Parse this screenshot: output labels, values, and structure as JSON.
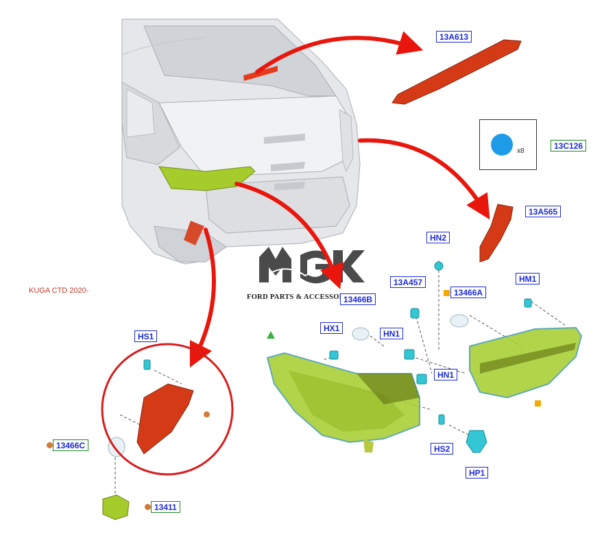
{
  "caption": "KUGA CTD 2020-",
  "watermark": {
    "logo": "MGK",
    "text": "FORD PARTS & ACCESSORIES"
  },
  "inset": {
    "quantity": "x8"
  },
  "callouts": [
    {
      "id": "13A613",
      "style": "blue"
    },
    {
      "id": "13C126",
      "style": "green"
    },
    {
      "id": "13A565",
      "style": "blue"
    },
    {
      "id": "HN2",
      "style": "blue"
    },
    {
      "id": "13A457",
      "style": "blue"
    },
    {
      "id": "13466A",
      "style": "blue"
    },
    {
      "id": "HM1",
      "style": "blue"
    },
    {
      "id": "13466B",
      "style": "blue"
    },
    {
      "id": "HX1",
      "style": "blue"
    },
    {
      "id": "HN1",
      "style": "blue"
    },
    {
      "id": "HN1",
      "style": "blue"
    },
    {
      "id": "HS1",
      "style": "blue"
    },
    {
      "id": "13466C",
      "style": "green"
    },
    {
      "id": "HS2",
      "style": "blue"
    },
    {
      "id": "HP1",
      "style": "blue"
    },
    {
      "id": "13411",
      "style": "green"
    }
  ],
  "colors": {
    "arrow": "#e8160c",
    "circle": "#d81c1c",
    "lamp_fill": "#a5cc2a",
    "part_red": "#d43a16",
    "clip_cyan": "#33c6d4",
    "label_blue": "#1c2bd6",
    "label_green_border": "#1b8a1b",
    "marker_orange": "#d47a3a",
    "marker_yellow": "#f2a900",
    "marker_green": "#3cb043"
  }
}
